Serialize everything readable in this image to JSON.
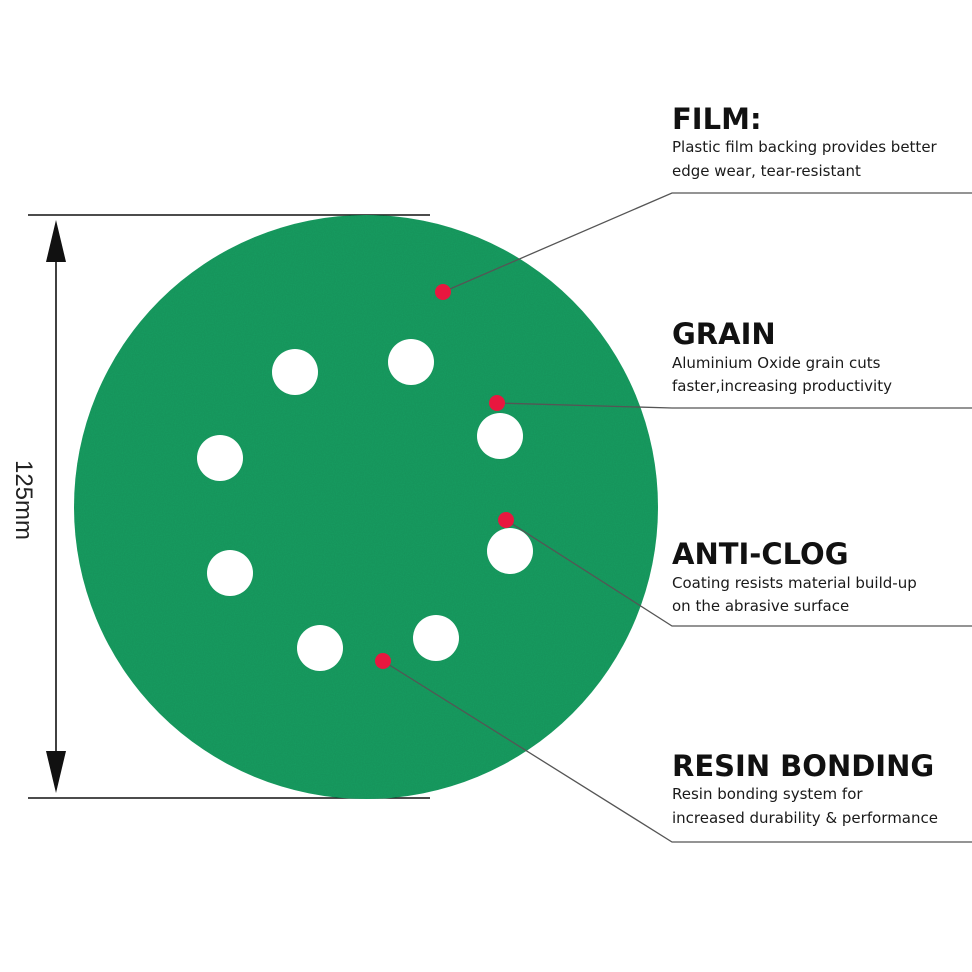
{
  "dimension": {
    "label": "125mm"
  },
  "disc": {
    "color": "#1f9e62",
    "hole_color": "#ffffff"
  },
  "marker_color": "#e8173f",
  "features": [
    {
      "title": "FILM:",
      "lines": [
        "Plastic film backing provides better",
        "edge wear, tear-resistant"
      ]
    },
    {
      "title": "GRAIN",
      "lines": [
        "Aluminium Oxide grain cuts",
        "faster,increasing productivity"
      ]
    },
    {
      "title": "ANTI-CLOG",
      "lines": [
        "Coating resists material build-up",
        "on the abrasive surface"
      ]
    },
    {
      "title": "RESIN BONDING",
      "lines": [
        "Resin bonding system for",
        "increased durability & performance"
      ]
    }
  ]
}
